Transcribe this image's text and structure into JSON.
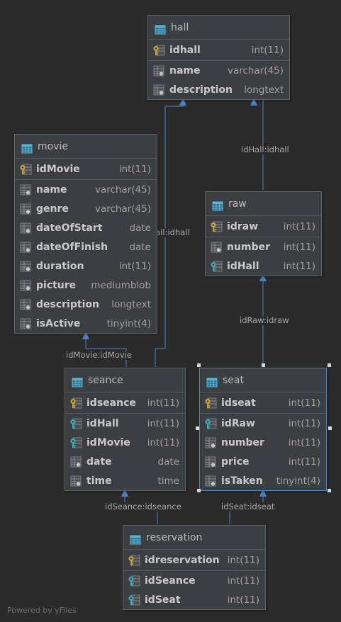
{
  "tables": {
    "hall": {
      "name": "hall",
      "columns": [
        {
          "name": "idhall",
          "type": "int(11)"
        },
        {
          "name": "name",
          "type": "varchar(45)"
        },
        {
          "name": "description",
          "type": "longtext"
        }
      ]
    },
    "movie": {
      "name": "movie",
      "columns": [
        {
          "name": "idMovie",
          "type": "int(11)"
        },
        {
          "name": "name",
          "type": "varchar(45)"
        },
        {
          "name": "genre",
          "type": "varchar(45)"
        },
        {
          "name": "dateOfStart",
          "type": "date"
        },
        {
          "name": "dateOfFinish",
          "type": "date"
        },
        {
          "name": "duration",
          "type": "int(11)"
        },
        {
          "name": "picture",
          "type": "mediumblob"
        },
        {
          "name": "description",
          "type": "longtext"
        },
        {
          "name": "isActive",
          "type": "tinyint(4)"
        }
      ]
    },
    "raw": {
      "name": "raw",
      "columns": [
        {
          "name": "idraw",
          "type": "int(11)"
        },
        {
          "name": "number",
          "type": "int(11)"
        },
        {
          "name": "idHall",
          "type": "int(11)"
        }
      ]
    },
    "seance": {
      "name": "seance",
      "columns": [
        {
          "name": "idseance",
          "type": "int(11)"
        },
        {
          "name": "idHall",
          "type": "int(11)"
        },
        {
          "name": "idMovie",
          "type": "int(11)"
        },
        {
          "name": "date",
          "type": "date"
        },
        {
          "name": "time",
          "type": "time"
        }
      ]
    },
    "seat": {
      "name": "seat",
      "columns": [
        {
          "name": "idseat",
          "type": "int(11)"
        },
        {
          "name": "idRaw",
          "type": "int(11)"
        },
        {
          "name": "number",
          "type": "int(11)"
        },
        {
          "name": "price",
          "type": "int(11)"
        },
        {
          "name": "isTaken",
          "type": "tinyint(4)"
        }
      ]
    },
    "reservation": {
      "name": "reservation",
      "columns": [
        {
          "name": "idreservation",
          "type": "int(11)"
        },
        {
          "name": "idSeance",
          "type": "int(11)"
        },
        {
          "name": "idSeat",
          "type": "int(11)"
        }
      ]
    }
  },
  "relations": {
    "raw_hall": "idHall:idhall",
    "seance_hall": "idHall:idhall",
    "seat_raw": "idRaw:idraw",
    "seance_movie": "idMovie:idMovie",
    "reservation_seance": "idSeance:idseance",
    "reservation_seat": "idSeat:idseat"
  },
  "footer": "Powered by yFiles",
  "colors": {
    "background": "#2b2b2b",
    "table_fill": "#3c3f41",
    "edge": "#4b82c3",
    "selection": "#4d87c7",
    "key_gold": "#c9a13a",
    "key_teal": "#3fa7b6"
  }
}
